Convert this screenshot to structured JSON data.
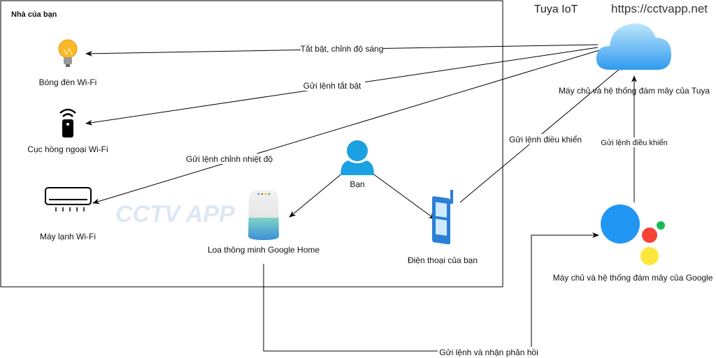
{
  "house": {
    "title": "Nhà của bạn"
  },
  "header": {
    "url": "https://cctvapp.net",
    "cloud_title": "Tuya IoT"
  },
  "watermark": "CCTV APP",
  "nodes": {
    "bulb": "Bóng đèn Wi-Fi",
    "ir_remote": "Cục hồng ngoại Wi-Fi",
    "ac": "Máy lạnh Wi-Fi",
    "speaker": "Loa thông minh Google Home",
    "user": "Bạn",
    "phone": "Điện thoại của bạn",
    "tuya_cloud": "Máy chủ và hệ thống đám mây của Tuya",
    "google_cloud": "Máy chủ và hệ thống đám mây của Google"
  },
  "edges": {
    "to_bulb": "Tắt bật, chỉnh độ sáng",
    "to_remote": "Gửi lệnh tắt bật",
    "to_ac": "Gửi lệnh chỉnh nhiệt độ",
    "phone_to_cloud": "Gửi lệnh điều khiển",
    "google_to_tuya": "Gửi lệnh điều khiển",
    "speaker_google": "Gửi lệnh và nhận phản hồi"
  },
  "colors": {
    "user": "#1ba1e2",
    "google_blue": "#2196f3",
    "google_red": "#f44336",
    "google_green": "#1db954",
    "google_yellow": "#fce83a"
  }
}
